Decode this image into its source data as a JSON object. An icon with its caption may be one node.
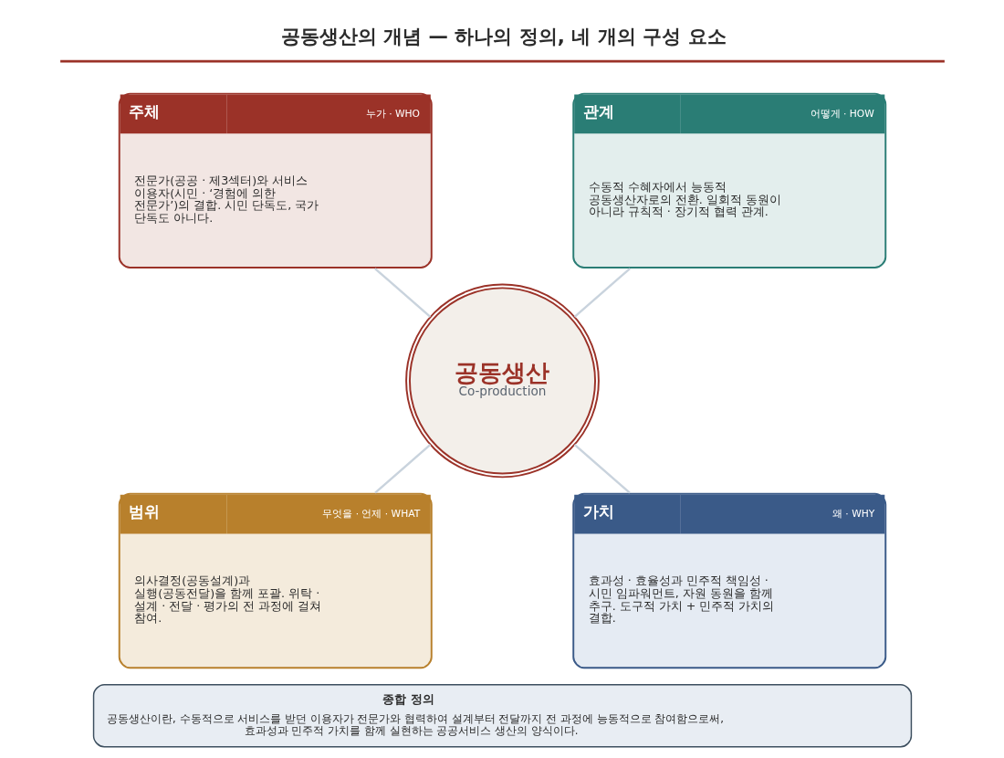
{
  "diagram": {
    "title": "공동생산의 개념 — 하나의 정의, 네 개의 구성 요소",
    "nodes": [
      {
        "text": [
          "주체",
          "누가 · WHO",
          "전문가(공공 · 제3섹터)와 서비스 이용자(시민 · ‘경험에 의한 전문가’)의 결합. 시민 단독도, 국가 단독도 아니다."
        ]
      },
      {
        "text": [
          "관계",
          "어떻게 · HOW",
          "수동적 수혜자에서 능동적 공동생산자로의 전환. 일회적 동원이 아니라 규칙적 · 장기적 협력 관계."
        ]
      },
      {
        "text": [
          "공동생산",
          "Co-production"
        ]
      },
      {
        "text": [
          "범위",
          "무엇을 · 언제 · WHAT",
          "의사결정(공동설계)과 실행(공동전달)을 함께 포괄. 위탁 · 설계 · 전달 · 평가의 전 과정에 걸쳐 참여."
        ]
      },
      {
        "text": [
          "가치",
          "왜 · WHY",
          "효과성 · 효율성과 민주적 책임성 · 시민 임파워먼트, 자원 동원을 함께 추구. 도구적 가치 + 민주적 가치의 결합."
        ]
      },
      {
        "text": [
          "종합 정의",
          "공동생산이란, 수동적으로 서비스를 받던 이용자가 전문가와 협력하여 설계부터 전달까지 전 과정에 능동적으로 참여함으로써, 효과성과 민주적 가치를 함께 실현하는 공공서비스 생산의 양식이다."
        ]
      }
    ],
    "edges": [
      {
        "from": 0,
        "to": 2,
        "arrow": "none"
      },
      {
        "from": 1,
        "to": 2,
        "arrow": "none"
      },
      {
        "from": 2,
        "to": 3,
        "arrow": "none"
      },
      {
        "from": 2,
        "to": 4,
        "arrow": "none"
      }
    ]
  }
}
